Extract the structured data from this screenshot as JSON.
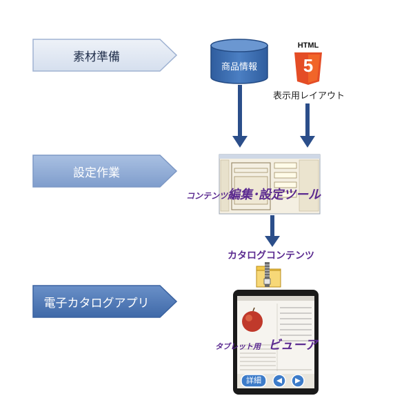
{
  "stages": [
    {
      "label": "素材準備"
    },
    {
      "label": "設定作業"
    },
    {
      "label": "電子カタログアプリ"
    }
  ],
  "sources": {
    "database_label": "商品情報",
    "html_badge_text": "HTML",
    "html_badge_number": "5",
    "html_caption": "表示用レイアウト"
  },
  "tool": {
    "caption_prefix": "コンテンツ",
    "caption_main": "編集･設定ツール"
  },
  "contents_label": "カタログコンテンツ",
  "viewer": {
    "caption_prefix": "タブレット用",
    "caption_main": "ビューア",
    "detail_button": "詳細"
  },
  "colors": {
    "stage1_fill": "#dbe4f1",
    "stage2_fill": "#8da9d4",
    "stage3_fill": "#4f79b6",
    "arrow": "#2b4e8a",
    "db_fill": "#3f6fb0",
    "html5_orange": "#e44d26",
    "caption_violet": "#5b2a90"
  },
  "icons": [
    "database-icon",
    "html5-icon",
    "screenshot-thumbnail",
    "zip-folder-icon",
    "tablet-device",
    "apple-image"
  ]
}
